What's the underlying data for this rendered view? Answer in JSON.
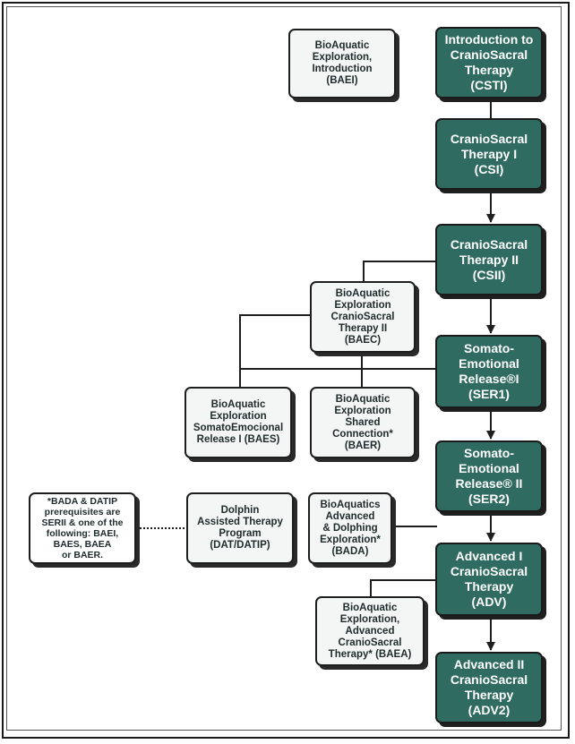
{
  "colors": {
    "core": "#2f6b60",
    "bioaquatic": "#f3f6f4",
    "line": "#1e1e1e"
  },
  "core_courses": [
    {
      "id": "csti",
      "label": "Introduction to\nCranioSacral\nTherapy\n(CSTI)"
    },
    {
      "id": "csi",
      "label": "CranioSacral\nTherapy I\n(CSI)"
    },
    {
      "id": "csii",
      "label": "CranioSacral\nTherapy II\n(CSII)"
    },
    {
      "id": "ser1",
      "label": "Somato-\nEmotional\nRelease®I\n(SER1)"
    },
    {
      "id": "ser2",
      "label": "Somato-\nEmotional\nRelease® II\n(SER2)"
    },
    {
      "id": "adv",
      "label": "Advanced I\nCranioSacral\nTherapy\n(ADV)"
    },
    {
      "id": "adv2",
      "label": "Advanced II\nCranioSacral\nTherapy\n(ADV2)"
    }
  ],
  "bioaquatic_courses": [
    {
      "id": "baei",
      "label": "BioAquatic\nExploration,\nIntroduction\n(BAEI)"
    },
    {
      "id": "baec",
      "label": "BioAquatic\nExploration\nCranioSacral\nTherapy II\n(BAEC)"
    },
    {
      "id": "baes",
      "label": "BioAquatic\nExploration\nSomatoEmocional\nRelease I (BAES)"
    },
    {
      "id": "baer",
      "label": "BioAquatic\nExploration\nShared\nConnection*\n(BAER)"
    },
    {
      "id": "dat",
      "label": "Dolphin\nAssisted Therapy\nProgram\n(DAT/DATIP)"
    },
    {
      "id": "bada",
      "label": "BioAquatics\nAdvanced\n& Dolphing\nExploration*\n(BADA)"
    },
    {
      "id": "baea",
      "label": "BioAquatic\nExploration,\nAdvanced\nCranioSacral\nTherapy* (BAEA)"
    }
  ],
  "footnote": "*BADA & DATIP\nprerequisites are\nSERII & one of the\nfollowing: BAEI,\nBAES, BAEA\nor BAER."
}
